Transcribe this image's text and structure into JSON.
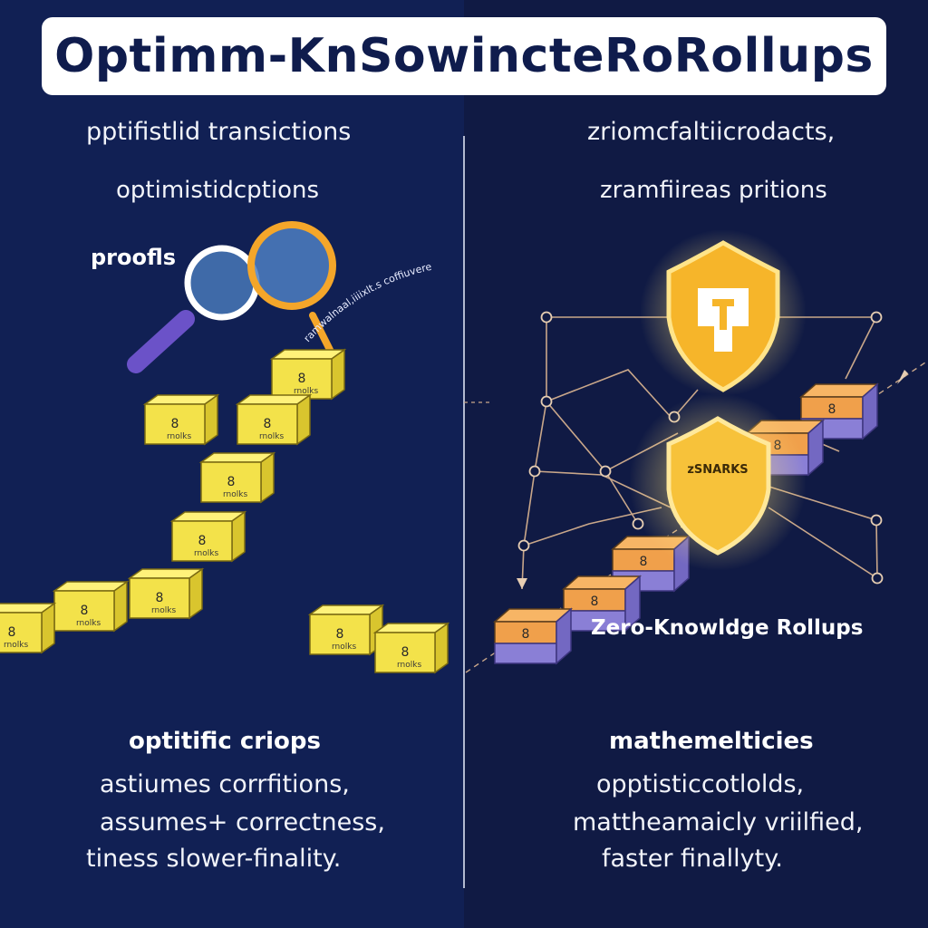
{
  "title": "Optimm-KnSowincteRoRollups",
  "left": {
    "heading1": "pptifistlid transictions",
    "heading2": "optimistidcptions",
    "label_proofs": "proofls",
    "chain_text": "ramwalnaal,iiiixlt.s coffiuvere",
    "block_label": "rnolks",
    "block_glyph": "8",
    "footer_title": "optitific criops",
    "footer_lines": [
      "astiumes corrfitions,",
      "assumes+ correctness,",
      "tiness slower-finality."
    ]
  },
  "right": {
    "heading1": "zriomcfaltiicrodacts,",
    "heading2": "zramfiireas pritions",
    "shield_label": "zSNARKS",
    "rollup_label": "Zero-Knowldge Rollups",
    "block_glyph": "8",
    "footer_title": "mathemelticies",
    "footer_lines": [
      "opptisticcotlolds,",
      "mattheamaicly vriilfied,",
      "faster  finallyty."
    ]
  },
  "colors": {
    "left_bg": "#112054",
    "right_bg": "#101a44",
    "title_text": "#0f1c4d",
    "yellow_block": "#f3e24a",
    "orange_block": "#f0a04b",
    "purple_block": "#8a7fd6",
    "shield_gold": "#f6b52a"
  },
  "icons": [
    "magnifying-glass-icon",
    "shield-icon",
    "block-icon"
  ]
}
